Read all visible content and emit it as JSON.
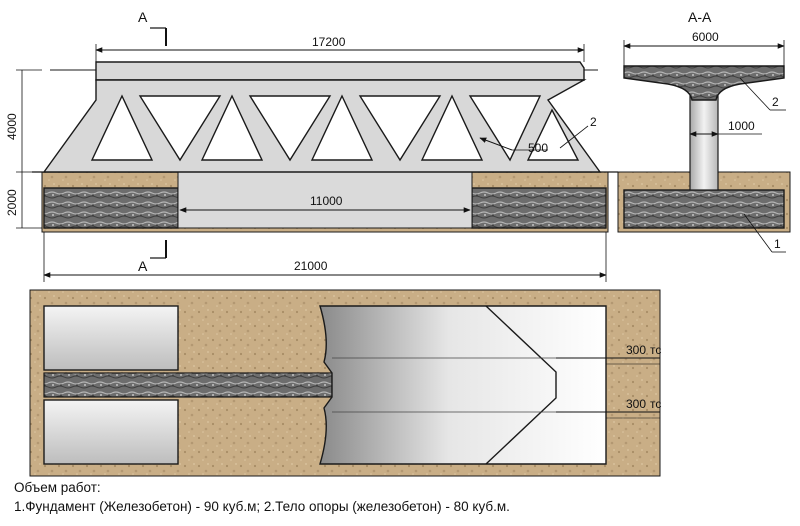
{
  "section_label": "А",
  "section_title": "А-А",
  "dimensions": {
    "span_top": "17200",
    "span_inner": "11000",
    "total_length": "21000",
    "height_truss": "4000",
    "height_foundation": "2000",
    "section_width": "6000",
    "column_width": "1000",
    "member": "500"
  },
  "callouts": {
    "one": "1",
    "two": "2"
  },
  "loads": [
    {
      "value": "300",
      "unit": "тс"
    },
    {
      "value": "300",
      "unit": "тс"
    }
  ],
  "notes": {
    "title": "Объем работ:",
    "line": "1.Фундамент (Железобетон) - 90 куб.м; 2.Тело опоры (железобетон) - 80 куб.м."
  },
  "colors": {
    "soil": "#c9ae86",
    "concrete": "#d8d8d8",
    "granite": "#6d6d6d",
    "outline": "#1a1a1a"
  }
}
